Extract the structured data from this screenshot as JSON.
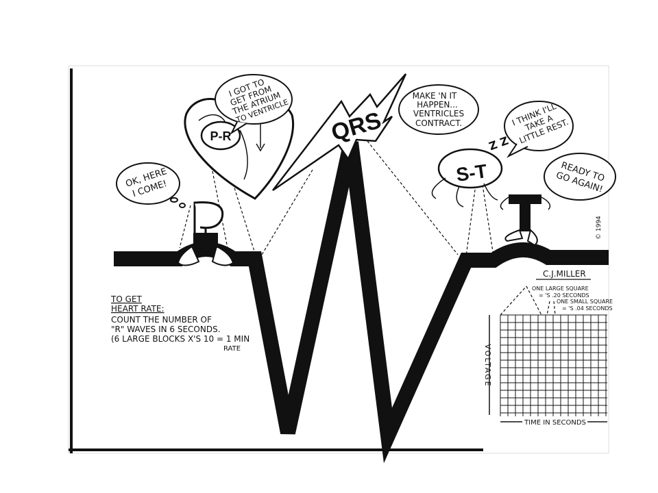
{
  "colors": {
    "ink": "#111111",
    "paper": "#ffffff"
  },
  "waves": {
    "p": "P",
    "pr": "P-R",
    "qrs": "QRS",
    "st": "S-T",
    "t": "T"
  },
  "bubbles": {
    "p": [
      "OK, HERE",
      "I COME!"
    ],
    "pr": [
      "I GOT TO",
      "GET FROM",
      "THE ATRIUM",
      "TO VENTRICLE"
    ],
    "qrs": [
      "MAKE 'N IT",
      "HAPPEN...",
      "VENTRICLES",
      "CONTRACT."
    ],
    "st": [
      "I THINK I'LL",
      "TAKE A",
      "LITTLE REST."
    ],
    "t": [
      "READY TO",
      "GO AGAIN!"
    ],
    "sleep": "Z Z Z"
  },
  "artist": "C.J.MILLER",
  "copyright": "© 1994",
  "instructions": {
    "heading": "TO GET",
    "heading2": "HEART RATE:",
    "line1": "COUNT THE NUMBER OF",
    "line2": "\"R\" WAVES IN 6 SECONDS.",
    "line3": "(6 LARGE BLOCKS X'S 10 = 1 MIN",
    "line4": "RATE"
  },
  "grid": {
    "large_square": [
      "ONE LARGE SQUARE",
      "= 'S .20 SECONDS"
    ],
    "small_square": [
      "ONE SMALL SQUARE",
      "= 'S .04 SECONDS"
    ],
    "y_label": "VOLTAGE",
    "x_label": "TIME IN SECONDS"
  }
}
